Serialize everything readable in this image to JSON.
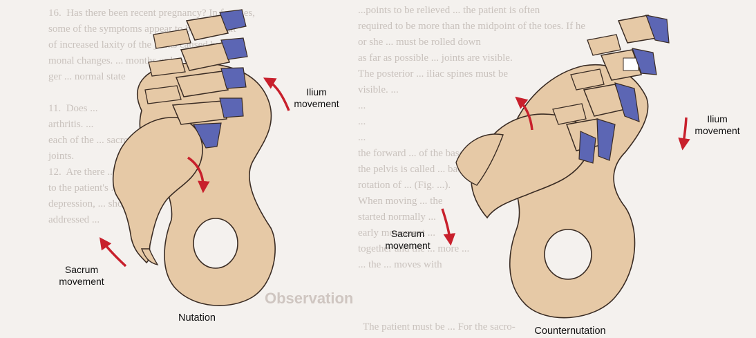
{
  "labels": {
    "left_ilium": "Ilium\nmovement",
    "left_sacrum": "Sacrum\nmovement",
    "left_caption": "Nutation",
    "right_ilium": "Ilium\nmovement",
    "right_sacrum": "Sacrum\nmovement",
    "right_caption": "Counternutation"
  },
  "background_text": {
    "left_lines": "16.  Has there been recent pregnancy? In females,\nsome of the symptoms appear to be the result\nof increased laxity of the joints caused by hor-\nmonal changes. ... months or lon-\nger ... normal state\n\n11.  Does ...\narthritis. ...\neach of the ... sacroiliac\njoints.\n12.  Are there ... relevant\nto the patient's ... anxiety,\ndepression, ... should be\naddressed ...",
    "right_lines": "...points to be relieved ... the patient is often\nrequired to be more than the midpoint of the toes. If he\nor she ... must be rolled down\nas far as possible ... joints are visible.\nThe posterior ... iliac spines must be\nvisible. ...\n...\n...\n...\nthe forward ... of the base of the sacrum into\nthe pelvis is called ... backward\nrotation of ... (Fig. ...).\nWhen moving ... the\nstarted normally ...\nearly movement ...\ntogether and the ... more ...\n... the ... moves with",
    "observation_heading": "Observation",
    "bottom_line": "The patient must be ... For the sacro-"
  },
  "colors": {
    "bone": "#e6c9a6",
    "bone_outline": "#3a2c24",
    "disc": "#5c66b4",
    "arrow": "#c8202c",
    "page": "#f4f1ee",
    "faint_text": "#c9c2bd"
  }
}
